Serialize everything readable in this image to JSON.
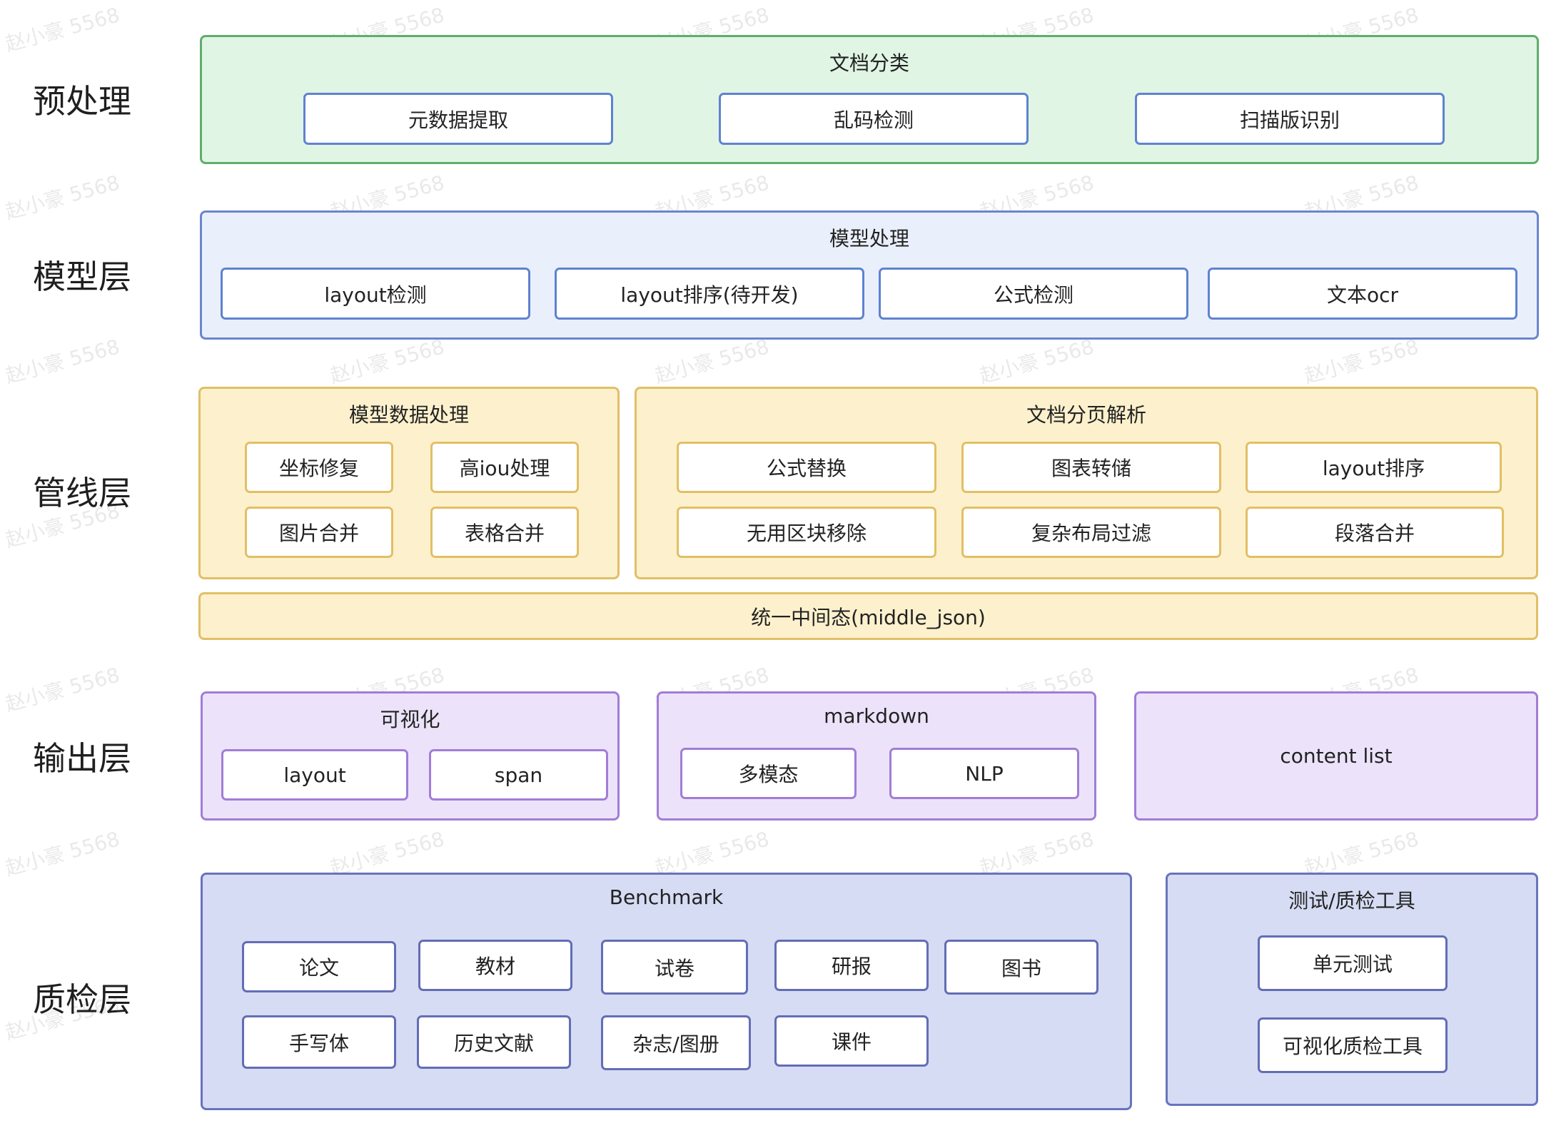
{
  "watermark": "赵小豪 5568",
  "rows": {
    "preprocess": "预处理",
    "model": "模型层",
    "pipeline": "管线层",
    "output": "输出层",
    "qc": "质检层"
  },
  "preprocess": {
    "title": "文档分类",
    "items": [
      "元数据提取",
      "乱码检测",
      "扫描版识别"
    ]
  },
  "model": {
    "title": "模型处理",
    "items": [
      "layout检测",
      "layout排序(待开发)",
      "公式检测",
      "文本ocr"
    ]
  },
  "pipeline": {
    "model_data": {
      "title": "模型数据处理",
      "items": [
        "坐标修复",
        "高iou处理",
        "图片合并",
        "表格合并"
      ]
    },
    "doc_parse": {
      "title": "文档分页解析",
      "items": [
        "公式替换",
        "图表转储",
        "layout排序",
        "无用区块移除",
        "复杂布局过滤",
        "段落合并"
      ]
    },
    "middle": "统一中间态(middle_json)"
  },
  "output": {
    "viz": {
      "title": "可视化",
      "items": [
        "layout",
        "span"
      ]
    },
    "markdown": {
      "title": "markdown",
      "items": [
        "多模态",
        "NLP"
      ]
    },
    "content_list": "content list"
  },
  "qc": {
    "benchmark": {
      "title": "Benchmark",
      "items": [
        "论文",
        "教材",
        "试卷",
        "研报",
        "图书",
        "手写体",
        "历史文献",
        "杂志/图册",
        "课件"
      ]
    },
    "tools": {
      "title": "测试/质检工具",
      "items": [
        "单元测试",
        "可视化质检工具"
      ]
    }
  },
  "colors": {
    "green_fill": "#e0f5e4",
    "green_border": "#5fae6c",
    "blue_fill": "#eaf0fb",
    "blue_border": "#6a86cc",
    "yellow_fill": "#fdf1cd",
    "yellow_border": "#e1bf67",
    "purple_fill": "#ece3fb",
    "purple_border": "#a17dd6",
    "indigo_fill": "#d6dcf3",
    "indigo_border": "#6a74bb"
  }
}
